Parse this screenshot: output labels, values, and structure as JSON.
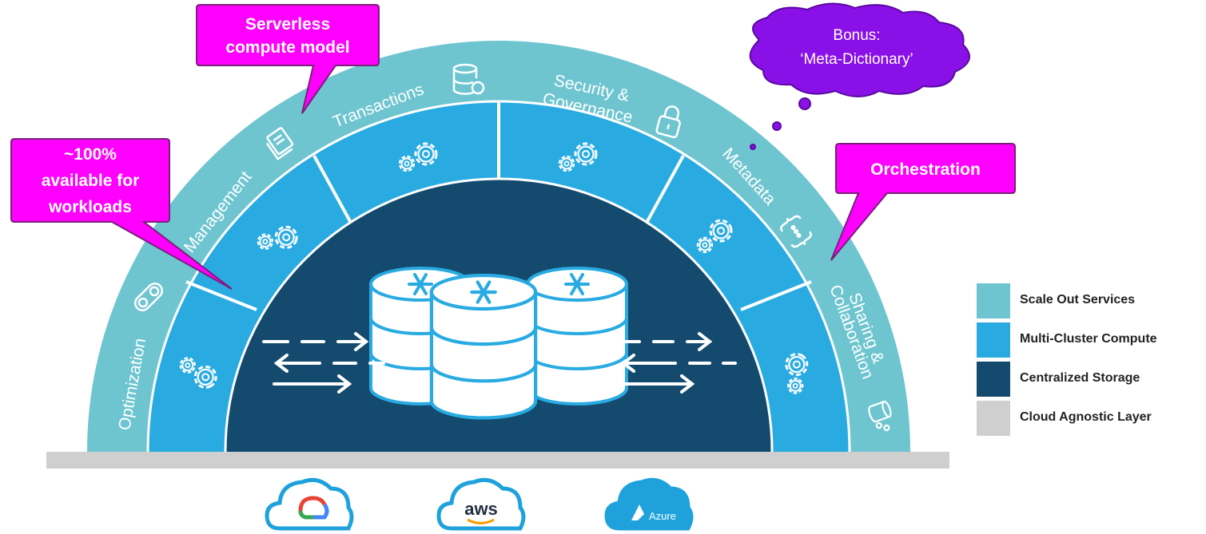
{
  "colors": {
    "scale_out": "#6ec5d0",
    "compute": "#29abe2",
    "storage": "#134a6e",
    "cloud_layer": "#cfcfcf",
    "callout": "#ff00ff",
    "bonus_cloud": "#8a10e8",
    "provider_cloud": "#1fa2dc"
  },
  "services": {
    "optimization": "Optimization",
    "management": "Management",
    "transactions": "Transactions",
    "security_line1": "Security &",
    "security_line2": "Governance",
    "metadata": "Metadata",
    "sharing_line1": "Sharing &",
    "sharing_line2": "Collaboration"
  },
  "callouts": {
    "serverless_line1": "Serverless",
    "serverless_line2": "compute model",
    "available_line1": "~100%",
    "available_line2": "available for",
    "available_line3": "workloads",
    "orchestration": "Orchestration"
  },
  "bonus": {
    "line1": "Bonus:",
    "line2": "‘Meta-Dictionary’"
  },
  "legend": [
    {
      "label": "Scale Out Services",
      "color": "#6ec5d0"
    },
    {
      "label": "Multi-Cluster Compute",
      "color": "#29abe2"
    },
    {
      "label": "Centralized Storage",
      "color": "#134a6e"
    },
    {
      "label": "Cloud Agnostic Layer",
      "color": "#cfcfcf"
    }
  ],
  "providers": {
    "aws": "aws",
    "azure": "Azure"
  },
  "icons": {
    "compute": "gears-icon",
    "storage": "snowflake-database-icon",
    "transactions": "database-sync-icon",
    "security": "lock-icon",
    "metadata": "braces-icon",
    "management": "documents-icon",
    "optimization": "toggle-icon",
    "sharing": "share-database-icon"
  }
}
